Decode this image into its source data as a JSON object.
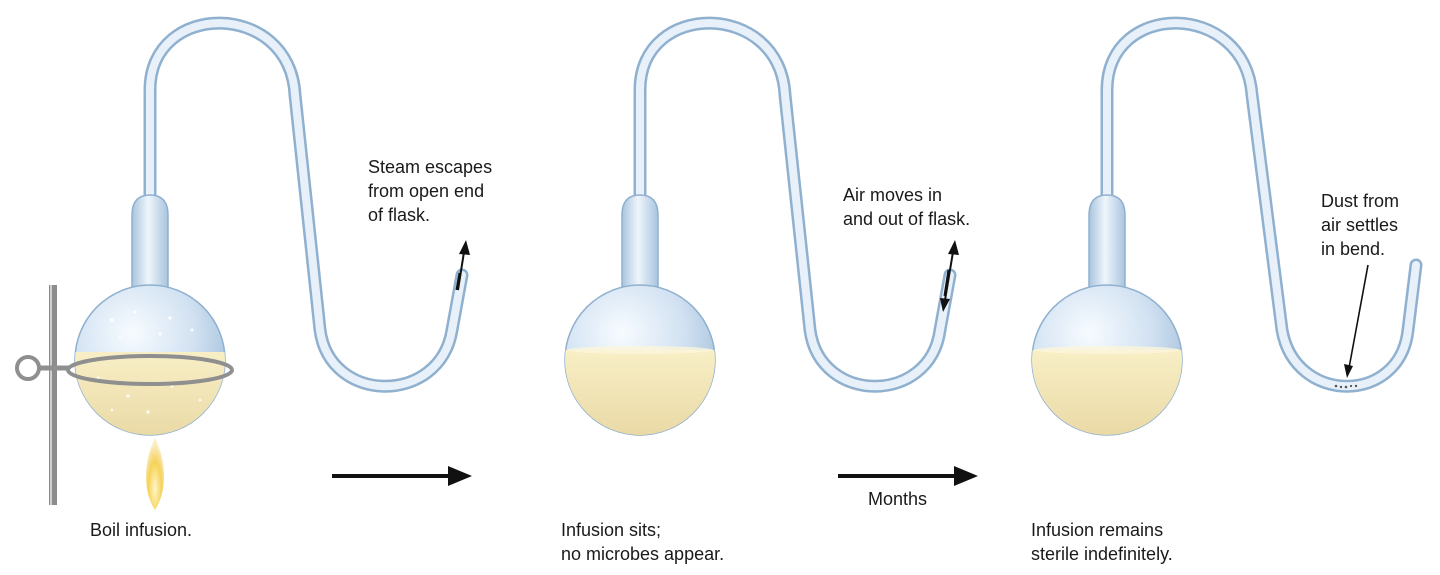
{
  "stages": [
    {
      "caption": [
        "Boil infusion."
      ],
      "note": [
        "Steam escapes",
        "from open end",
        "of flask."
      ]
    },
    {
      "caption": [
        "Infusion sits;",
        "no microbes appear."
      ],
      "note": [
        "Air moves in",
        "and out of flask."
      ]
    },
    {
      "caption": [
        "Infusion remains",
        "sterile indefinitely."
      ],
      "note": [
        "Dust from",
        "air settles",
        "in bend."
      ]
    }
  ],
  "arrows": [
    {
      "label": ""
    },
    {
      "label": "Months"
    }
  ],
  "colors": {
    "glass": "#c9dcef",
    "glass_edge": "#8fb0cf",
    "infusion": "#f3e7b8",
    "flame": "#f2cc4a",
    "stand": "#9a9a9a",
    "arrow": "#111111"
  }
}
